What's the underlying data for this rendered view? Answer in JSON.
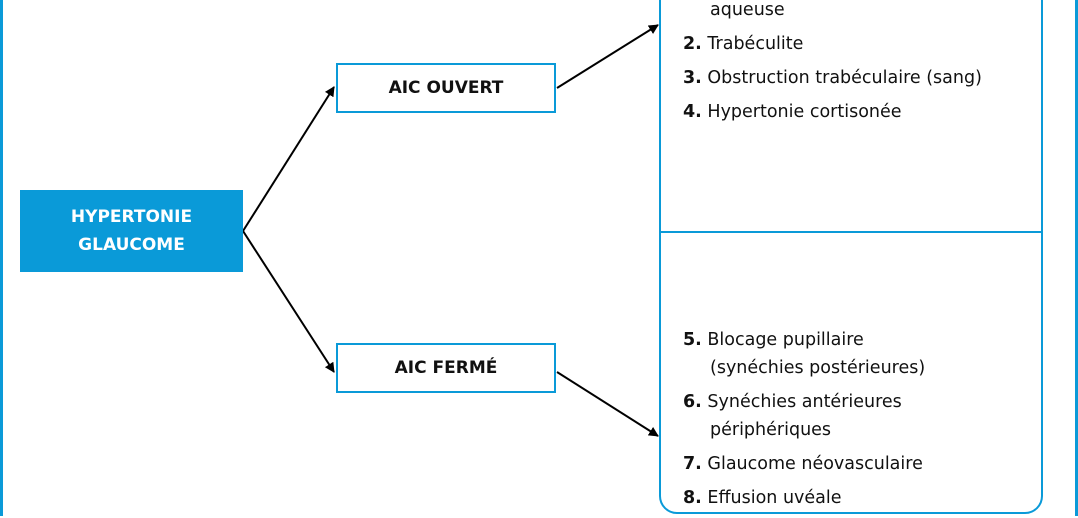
{
  "root": {
    "line1": "HYPERTONIE",
    "line2": "GLAUCOME"
  },
  "branches": {
    "open": "AIC OUVERT",
    "closed": "AIC FERMÉ"
  },
  "open_causes": [
    {
      "num": "",
      "text": "",
      "cont": "aqueuse"
    },
    {
      "num": "2.",
      "text": "Trabéculite",
      "cont": ""
    },
    {
      "num": "3.",
      "text": "Obstruction trabéculaire (sang)",
      "cont": ""
    },
    {
      "num": "4.",
      "text": "Hypertonie cortisonée",
      "cont": ""
    }
  ],
  "closed_causes": [
    {
      "num": "5.",
      "text": "Blocage pupillaire",
      "cont": "(synéchies postérieures)"
    },
    {
      "num": "6.",
      "text": "Synéchies antérieures",
      "cont": "périphériques"
    },
    {
      "num": "7.",
      "text": "Glaucome néovasculaire",
      "cont": ""
    },
    {
      "num": "8.",
      "text": "Effusion uvéale",
      "cont": ""
    }
  ],
  "colors": {
    "accent": "#0a9ad8",
    "text": "#111111",
    "arrow": "#000000"
  }
}
